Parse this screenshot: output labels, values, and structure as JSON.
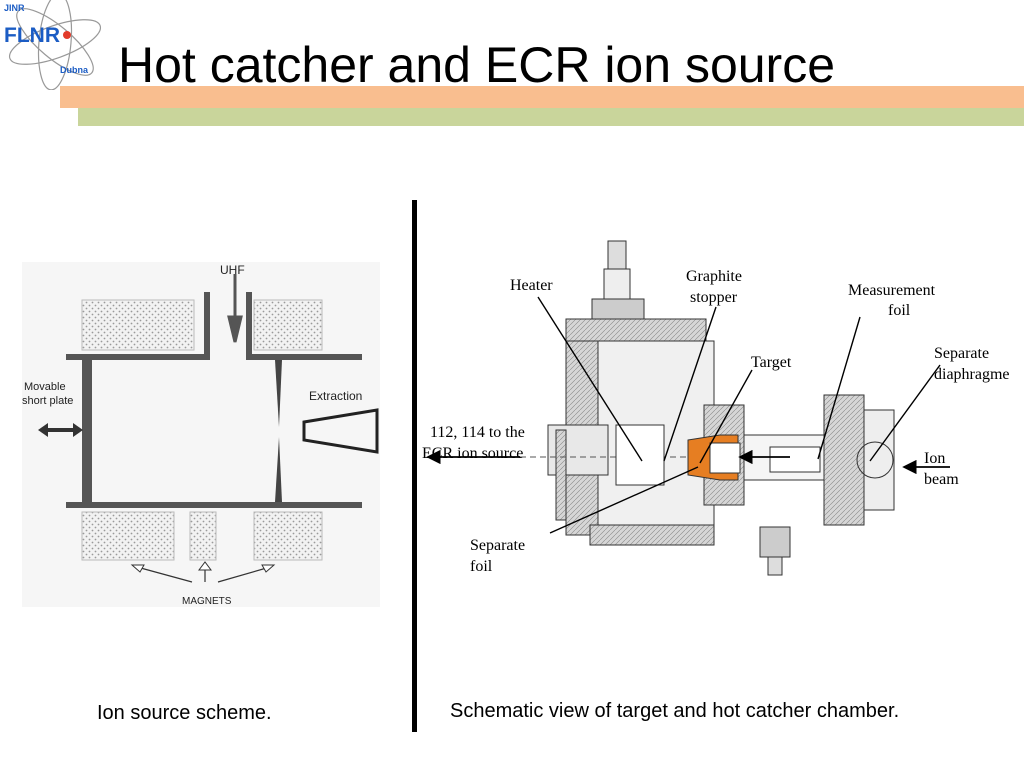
{
  "slide": {
    "title": "Hot catcher and ECR ion source",
    "colors": {
      "band_top": "#f9be8f",
      "band_bottom": "#c9d59b",
      "logo_blue": "#1b5cc4",
      "logo_red": "#e23b2a",
      "accent_orange": "#e67e22"
    }
  },
  "logo": {
    "top_text": "JINR",
    "main_text": "FLNR",
    "bottom_text": "Dubna"
  },
  "left_diagram": {
    "uhf_label": "UHF",
    "movable_label_line1": "Movable",
    "movable_label_line2": "short plate",
    "extraction_label": "Extraction",
    "magnets_label": "MAGNETS",
    "caption": "Ion source scheme."
  },
  "right_diagram": {
    "heater_label": "Heater",
    "graphite_line1": "Graphite",
    "graphite_line2": "stopper",
    "measurement_line1": "Measurement",
    "measurement_line2": "foil",
    "separate_diaph_line1": "Separate",
    "separate_diaph_line2": "diaphragme",
    "target_label": "Target",
    "ecr_line1": "112, 114 to the",
    "ecr_line2": "ECR ion source",
    "ion_beam_line1": "Ion",
    "ion_beam_line2": "beam",
    "separate_foil_line1": "Separate",
    "separate_foil_line2": "foil",
    "caption": "Schematic view of target and hot catcher  chamber."
  }
}
